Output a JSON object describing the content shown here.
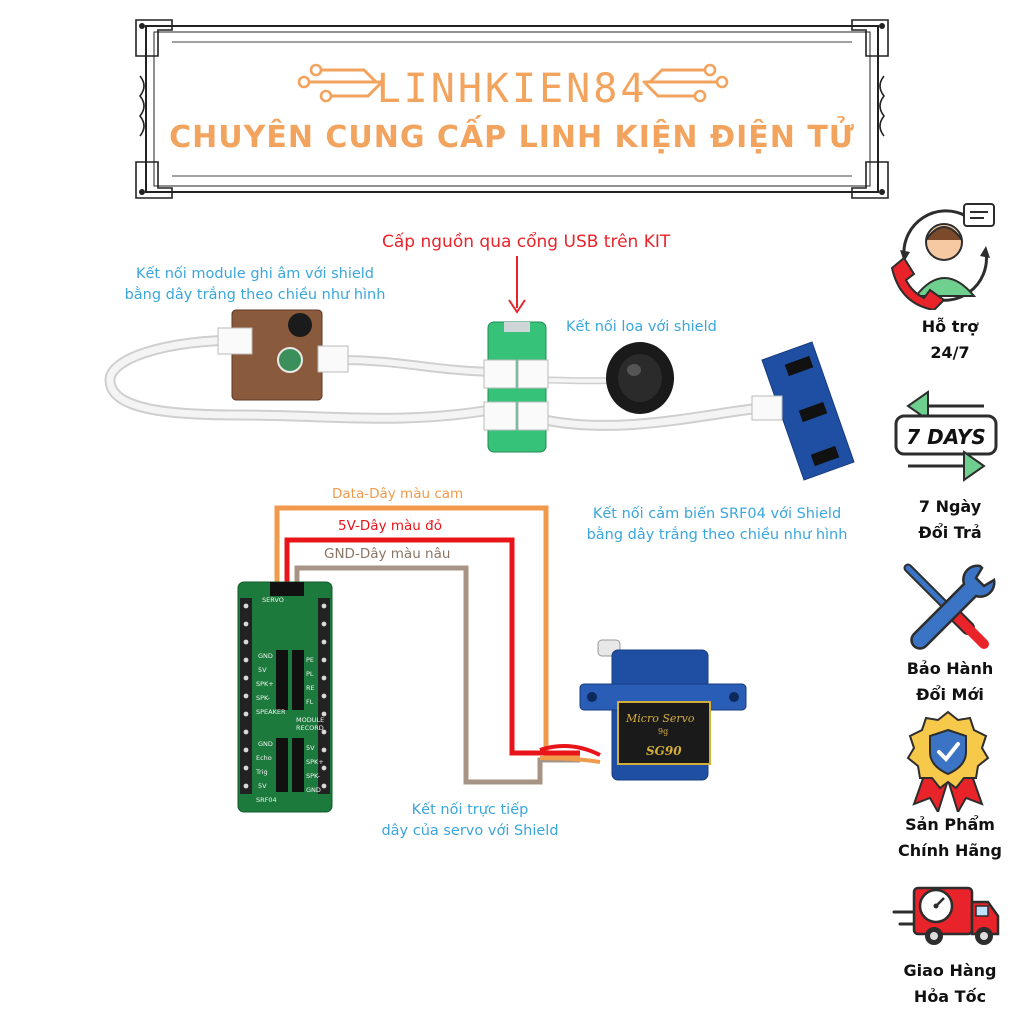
{
  "banner": {
    "brand": "LINHKIEN84",
    "tagline": "CHUYÊN CUNG CẤP LINH KIỆN ĐIỆN TỬ"
  },
  "diagram": {
    "usb_power_note": "Cấp nguồn qua cổng USB trên KIT",
    "record_module_note": [
      "Kết nối module ghi âm với shield",
      "bằng dây trắng theo chiều như hình"
    ],
    "speaker_note": "Kết nối loa với shield",
    "srf04_note": [
      "Kết nối cảm biến SRF04 với Shield",
      "bằng dây trắng theo chiều như hình"
    ],
    "servo_note": [
      "Kết nối trực tiếp",
      "dây của servo với Shield"
    ],
    "wires": {
      "data": "Data-Dây màu cam",
      "vcc": "5V-Dây màu đỏ",
      "gnd": "GND-Dây màu nâu"
    },
    "servo_text": [
      "Micro Servo",
      "9g",
      "SG90"
    ],
    "shield_labels": [
      "SERVO",
      "GND",
      "5V",
      "SPK+",
      "SPK-",
      "SPEAKER",
      "GND",
      "Echo",
      "Trig",
      "5V",
      "SRF04",
      "PE",
      "PL",
      "RE",
      "FL",
      "MODULE",
      "RECORD",
      "5V",
      "SPK+",
      "SPK-",
      "GND"
    ]
  },
  "services": [
    {
      "lines": [
        "Hỗ trợ",
        "24/7"
      ],
      "badge": ""
    },
    {
      "lines": [
        "7 Ngày",
        "Đổi Trả"
      ],
      "badge": "7 DAYS"
    },
    {
      "lines": [
        "Bảo Hành",
        "Đổi Mới"
      ],
      "badge": ""
    },
    {
      "lines": [
        "Sản Phẩm",
        "Chính Hãng"
      ],
      "badge": ""
    },
    {
      "lines": [
        "Giao Hàng",
        "Hỏa Tốc"
      ],
      "badge": ""
    }
  ],
  "colors": {
    "brand": "#f2a35e",
    "note": "#3aa6dc",
    "alert": "#e8232a",
    "wire_data": "#f29a4c",
    "wire_vcc": "#e8141a",
    "wire_gnd": "#a89484",
    "board_green": "#1c7a3d",
    "servo_blue": "#1f4fa3"
  }
}
